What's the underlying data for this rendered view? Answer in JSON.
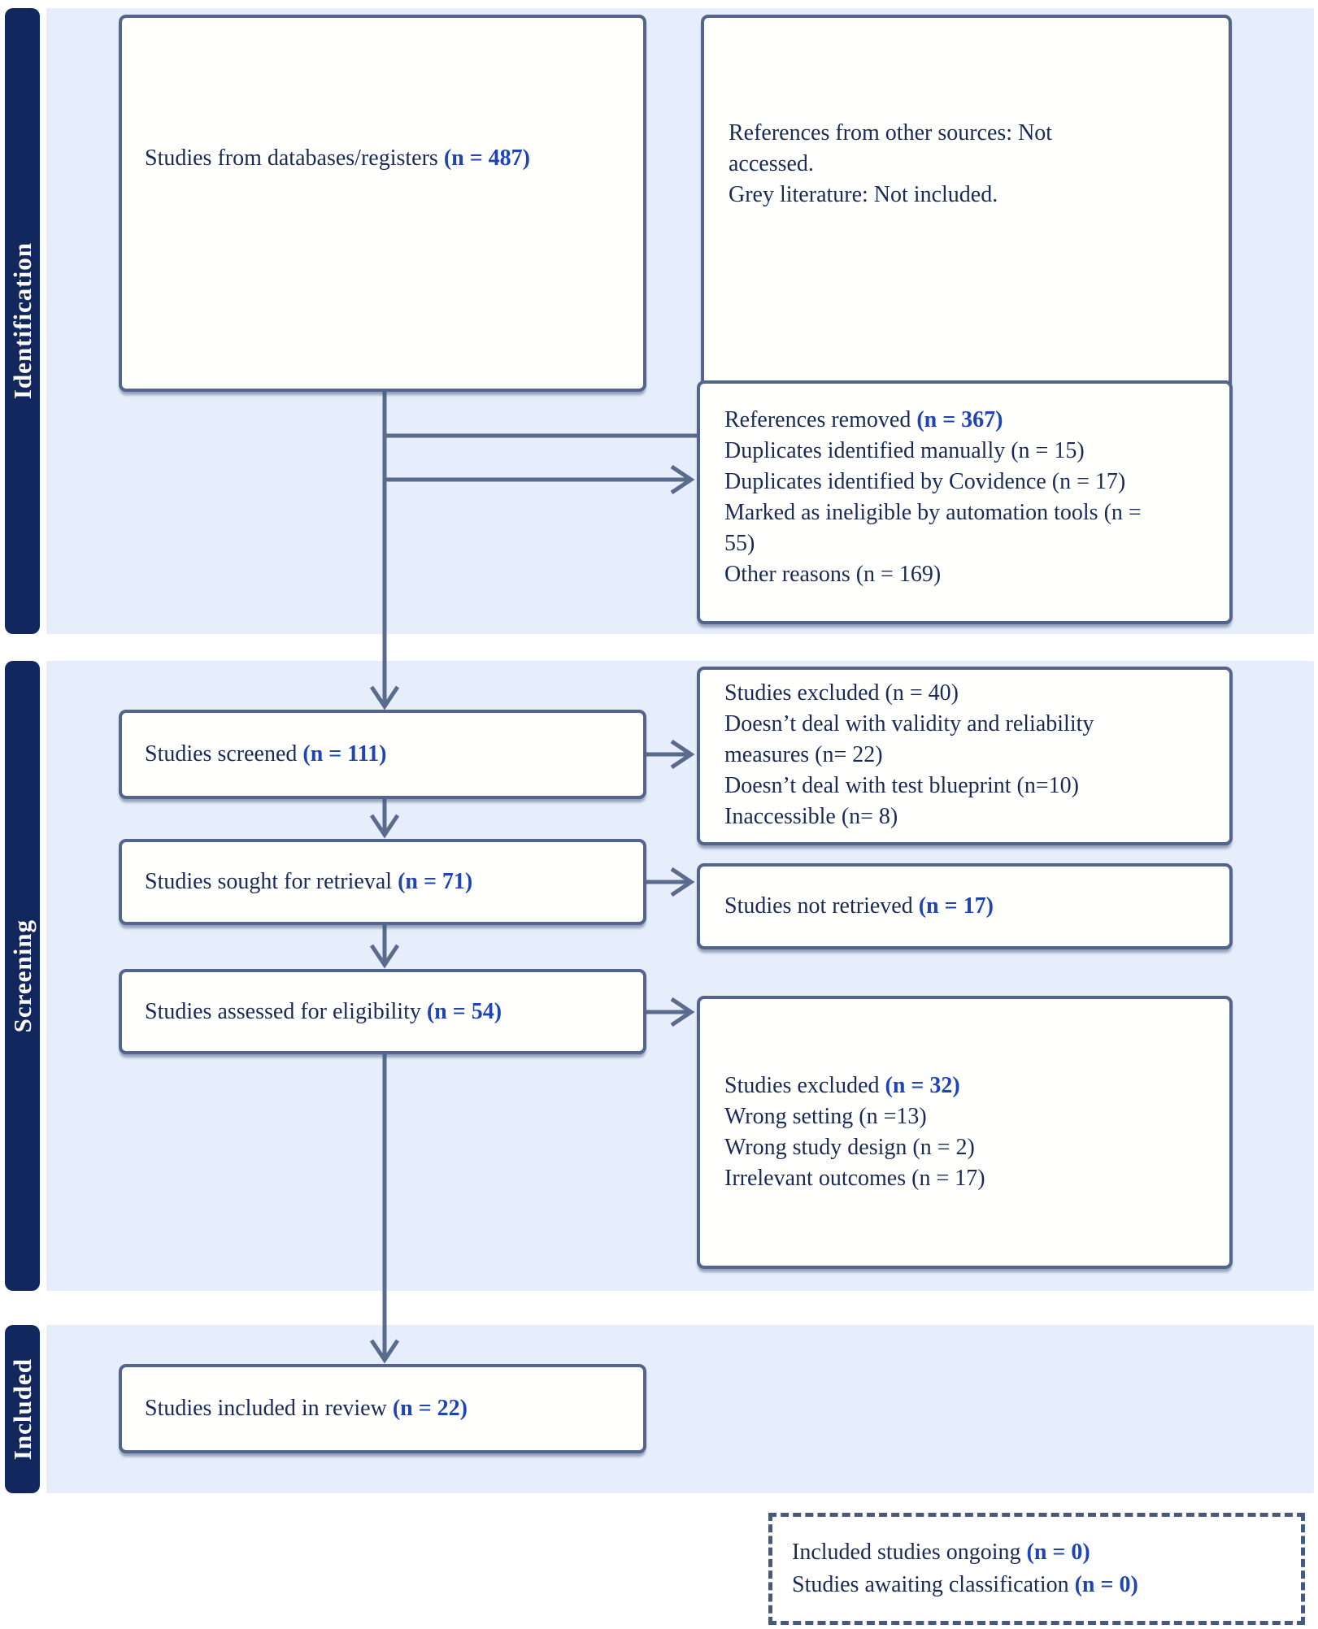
{
  "sidebar": {
    "identification": "Identification",
    "screening": "Screening",
    "included": "Included"
  },
  "boxes": {
    "databases": {
      "lines": [
        [
          {
            "t": "Studies from databases/registers "
          },
          {
            "t": "(n = 487)",
            "b": true
          }
        ]
      ]
    },
    "other_sources": {
      "lines": [
        [
          {
            "t": "References from other sources: Not accessed."
          }
        ],
        [
          {
            "t": "Grey literature: Not included."
          }
        ]
      ]
    },
    "references_removed": {
      "lines": [
        [
          {
            "t": "References removed "
          },
          {
            "t": "(n = 367)",
            "b": true
          }
        ],
        [
          {
            "t": "Duplicates identified manually (n = 15)"
          }
        ],
        [
          {
            "t": "Duplicates identified by Covidence (n = 17)"
          }
        ],
        [
          {
            "t": "Marked as ineligible by automation tools (n = 55)"
          }
        ],
        [
          {
            "t": "Other reasons (n = 169)"
          }
        ]
      ]
    },
    "screened": {
      "lines": [
        [
          {
            "t": "Studies screened "
          },
          {
            "t": "(n = 111)",
            "b": true
          }
        ]
      ]
    },
    "excluded_screening": {
      "lines": [
        [
          {
            "t": "Studies excluded (n = 40)"
          }
        ],
        [
          {
            "t": "Doesn’t deal with validity and reliability measures (n= 22)"
          }
        ],
        [
          {
            "t": "Doesn’t deal with test blueprint (n=10)"
          }
        ],
        [
          {
            "t": "Inaccessible (n= 8)"
          }
        ]
      ]
    },
    "sought": {
      "lines": [
        [
          {
            "t": "Studies sought for retrieval "
          },
          {
            "t": "(n = 71)",
            "b": true
          }
        ]
      ]
    },
    "not_retrieved": {
      "lines": [
        [
          {
            "t": "Studies not retrieved "
          },
          {
            "t": "(n = 17)",
            "b": true
          }
        ]
      ]
    },
    "assessed": {
      "lines": [
        [
          {
            "t": "Studies assessed for eligibility "
          },
          {
            "t": "(n = 54)",
            "b": true
          }
        ]
      ]
    },
    "excluded_eligibility": {
      "lines": [
        [
          {
            "t": "Studies excluded "
          },
          {
            "t": "(n = 32)",
            "b": true
          }
        ],
        [
          {
            "t": "Wrong setting (n =13)"
          }
        ],
        [
          {
            "t": "Wrong study design (n = 2)"
          }
        ],
        [
          {
            "t": "Irrelevant outcomes (n = 17)"
          }
        ]
      ]
    },
    "included_review": {
      "lines": [
        [
          {
            "t": "Studies included in review "
          },
          {
            "t": "(n = 22)",
            "b": true
          }
        ]
      ]
    },
    "ongoing": {
      "lines": [
        [
          {
            "t": "Included studies ongoing "
          },
          {
            "t": "(n = 0)",
            "b": true
          }
        ],
        [
          {
            "t": "Studies awaiting classification "
          },
          {
            "t": "(n = 0)",
            "b": true
          }
        ]
      ]
    }
  },
  "colors": {
    "band_navy": "#12275d",
    "panel_blue": "#e7eefb",
    "box_border_slate": "#53658c",
    "connector_slate": "#5a6b8e",
    "text_navy": "#1b2a55",
    "accent_blue": "#1f45b5",
    "dashed_border": "#47597c"
  }
}
